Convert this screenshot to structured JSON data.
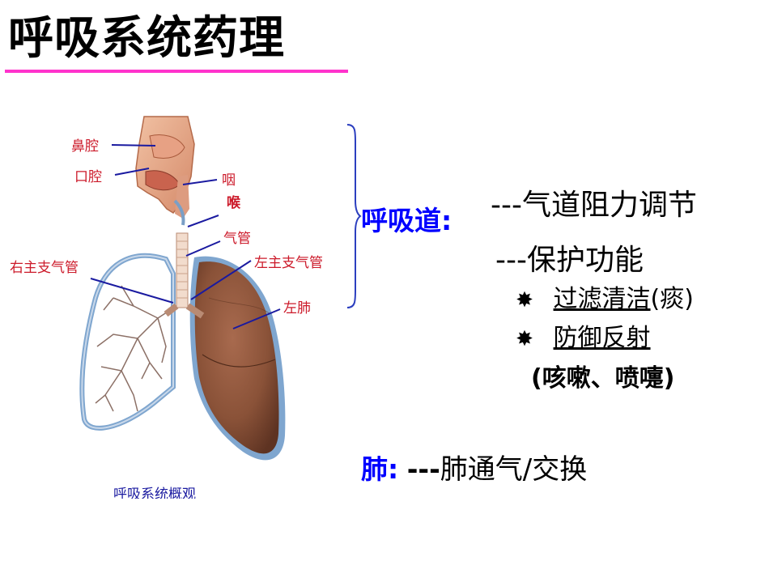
{
  "slide": {
    "title": "呼吸系统药理"
  },
  "diagram": {
    "labels": {
      "nasal_cavity": "鼻腔",
      "oral_cavity": "口腔",
      "pharynx": "咽",
      "larynx": "喉",
      "trachea": "气管",
      "right_main_bronchus": "右主支气管",
      "left_main_bronchus": "左主支气管",
      "left_lung": "左肺"
    },
    "caption": "呼吸系统概观"
  },
  "notes": {
    "airway_heading": "呼吸道:",
    "airway_resistance": "---气道阻力调节",
    "protection": "---保护功能",
    "bullet1_main": "过滤清洁",
    "bullet1_paren": "(痰)",
    "bullet2_main": "防御反射",
    "reflexes": "(咳嗽、喷嚏)",
    "lung_heading": "肺:",
    "lung_function_dash": "---",
    "lung_function": "肺通气/交换"
  },
  "colors": {
    "title_rule": "#ff33cc",
    "heading_blue": "#0000ff",
    "label_red": "#cc1a2a",
    "leader_blue": "#1a1aa0",
    "lung_brown": "#8a5238",
    "pleura_blue": "#7fa6cf"
  },
  "icons": {
    "bullet": "eight-pointed-star-icon"
  }
}
